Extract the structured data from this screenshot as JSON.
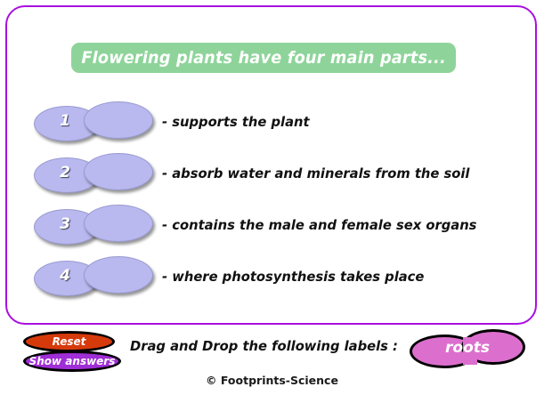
{
  "panel": {
    "border_color": "#a810e0",
    "title": "Flowering plants have four main parts...",
    "title_background": "#8ed49a"
  },
  "questions": [
    {
      "number": "1",
      "text": "- supports the plant"
    },
    {
      "number": "2",
      "text": "- absorb water and minerals from the soil"
    },
    {
      "number": "3",
      "text": "- contains the male and female sex organs"
    },
    {
      "number": "4",
      "text": "- where photosynthesis takes place"
    }
  ],
  "dropzone": {
    "fill_color": "#b9b9f0"
  },
  "toolbar": {
    "reset_label": "Reset",
    "reset_color": "#d63a0b",
    "show_answers_label": "Show answers",
    "show_answers_color": "#9f2ed6",
    "instruction": "Drag and Drop the following labels :"
  },
  "labels": [
    {
      "text": "roots",
      "color": "#dc6fce"
    }
  ],
  "footer": {
    "credit": "© Footprints-Science"
  }
}
